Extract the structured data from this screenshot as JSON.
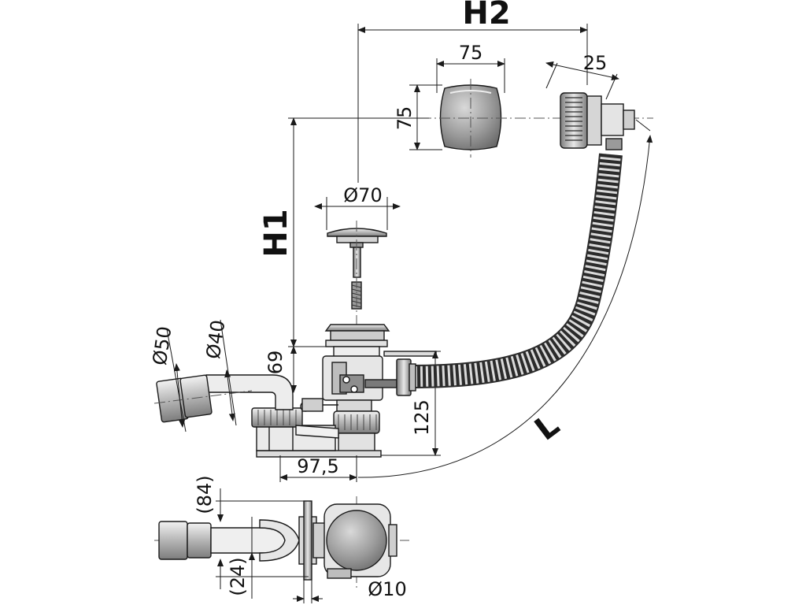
{
  "dimensions": {
    "h2": "H2",
    "h1": "H1",
    "l": "L",
    "overflow_width": "75",
    "overflow_height": "75",
    "overflow_depth": "25",
    "plug_diameter": "Ø70",
    "pipe_outer_diameter": "Ø50",
    "pipe_inner_diameter": "Ø40",
    "trap_offset": "69",
    "trap_height": "125",
    "outlet_distance": "97,5",
    "top_view_height": "(84)",
    "top_view_offset": "(24)",
    "bolt_diameter": "Ø10"
  },
  "colors": {
    "line": "#1a1a1a",
    "metal_dark": "#8c8c8c",
    "metal_mid": "#bdbdbd",
    "metal_light": "#e6e6e6",
    "hose": "#555555"
  }
}
